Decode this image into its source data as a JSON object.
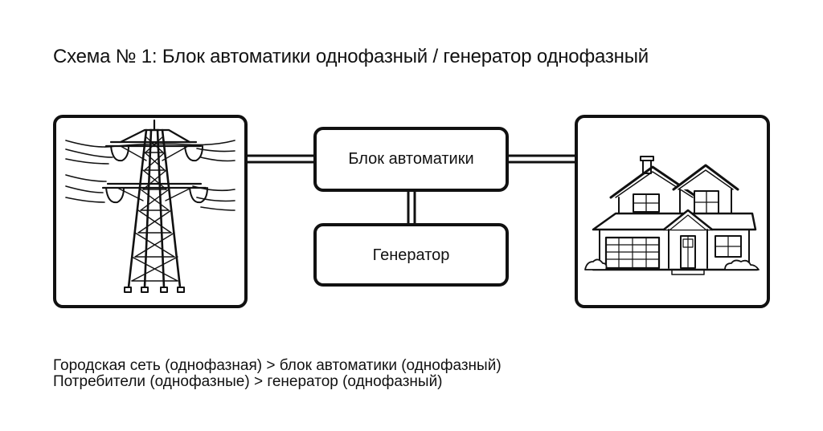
{
  "title": "Схема № 1: Блок автоматики однофазный / генератор однофазный",
  "nodes": {
    "automation": {
      "label": "Блок автоматики"
    },
    "generator": {
      "label": "Генератор"
    },
    "grid": {
      "icon": "power-tower-icon"
    },
    "house": {
      "icon": "house-icon"
    }
  },
  "notes": [
    "Городская сеть (однофазная) > блок автоматики (однофазный)",
    "Потребители (однофазные) > генератор (однофазный)"
  ],
  "colors": {
    "stroke": "#111111",
    "background": "#ffffff"
  }
}
